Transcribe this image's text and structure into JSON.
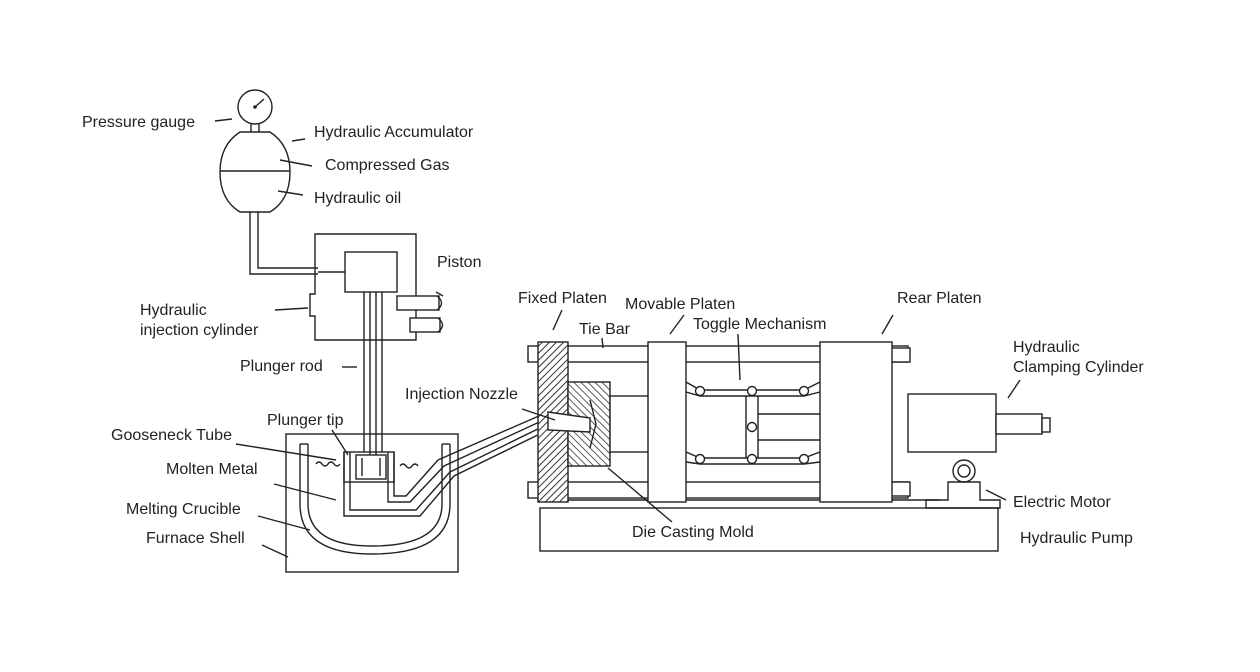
{
  "labels": {
    "pressure_gauge": "Pressure gauge",
    "hydraulic_accumulator": "Hydraulic Accumulator",
    "compressed_gas": "Compressed Gas",
    "hydraulic_oil": "Hydraulic oil",
    "piston": "Piston",
    "hydraulic_injection_cylinder_line1": "Hydraulic",
    "hydraulic_injection_cylinder_line2": "injection cylinder",
    "plunger_rod": "Plunger rod",
    "injection_nozzle": "Injection Nozzle",
    "plunger_tip": "Plunger tip",
    "gooseneck_tube": "Gooseneck Tube",
    "molten_metal": "Molten Metal",
    "melting_crucible": "Melting Crucible",
    "furnace_shell": "Furnace Shell",
    "fixed_platen": "Fixed Platen",
    "movable_platen": "Movable Platen",
    "tie_bar": "Tie Bar",
    "toggle_mechanism": "Toggle Mechanism",
    "rear_platen": "Rear Platen",
    "hydraulic_clamping_cylinder_line1": "Hydraulic",
    "hydraulic_clamping_cylinder_line2": "Clamping Cylinder",
    "electric_motor": "Electric Motor",
    "hydraulic_pump": "Hydraulic Pump",
    "die_casting_mold": "Die Casting Mold"
  },
  "colors": {
    "line": "#222222",
    "background": "#ffffff",
    "hatch": "#333333"
  }
}
